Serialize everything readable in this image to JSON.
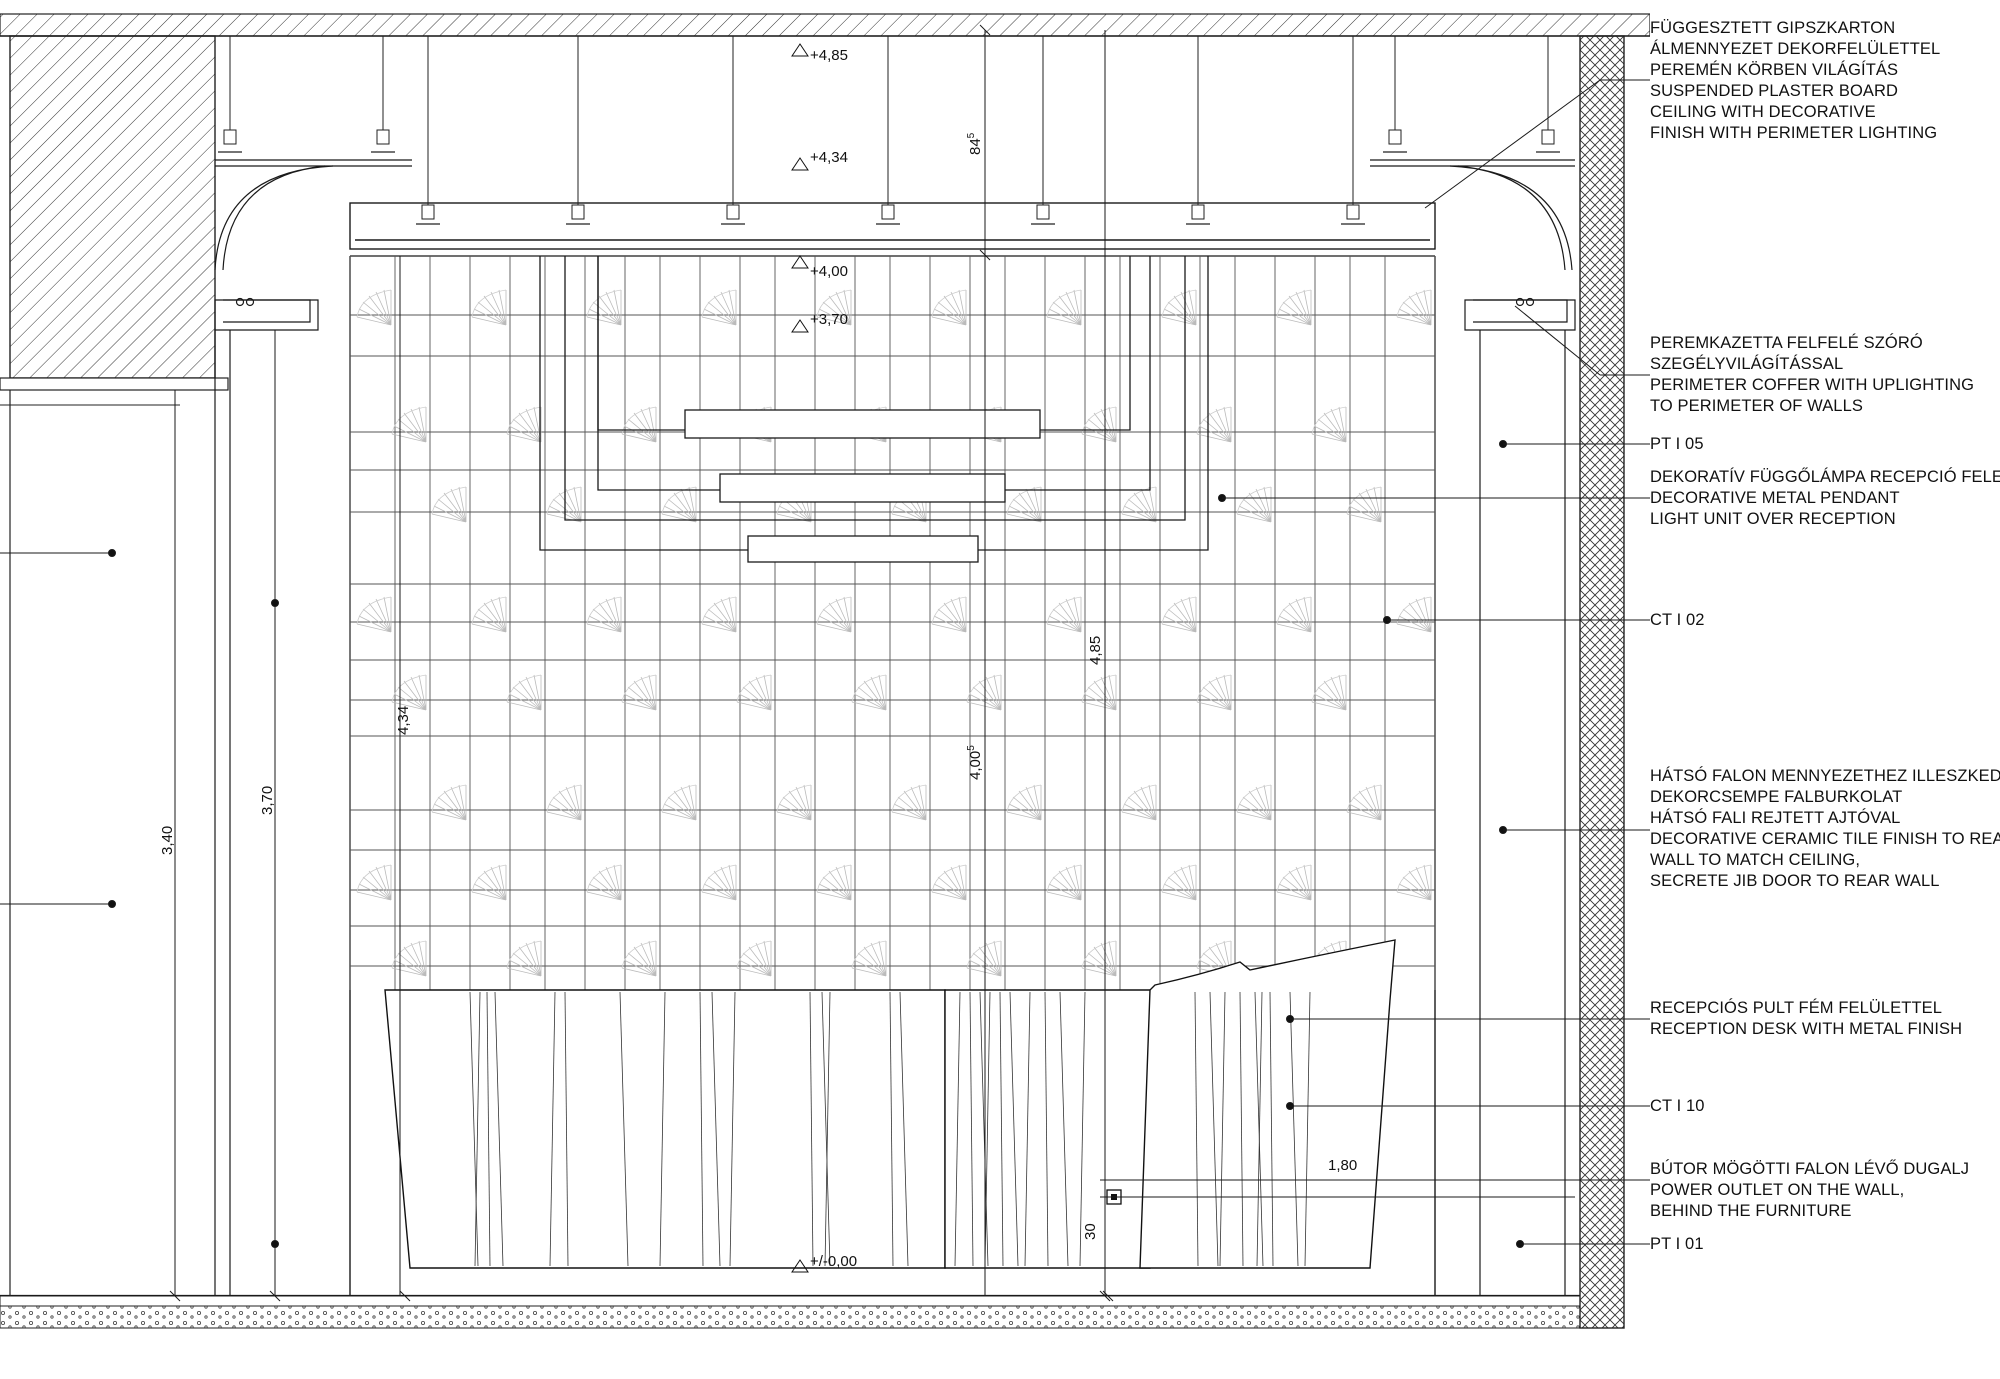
{
  "levels": {
    "l485": "+4,85",
    "l434": "+4,34",
    "l400": "+4,00",
    "l370": "+3,70",
    "l000": "+/-0,00"
  },
  "dimensions": {
    "d845": "84",
    "d845_sup": "5",
    "d485": "4,85",
    "d4005": "4,00",
    "d4005_sup": "5",
    "d434": "4,34",
    "d370": "3,70",
    "d340": "3,40",
    "d180": "1,80",
    "d30": "30"
  },
  "notes": {
    "ceiling": [
      "FÜGGESZTETT GIPSZKARTON",
      "ÁLMENNYEZET DEKORFELÜLETTEL",
      "PEREMÉN KÖRBEN VILÁGÍTÁS",
      "SUSPENDED PLASTER BOARD",
      "CEILING WITH DECORATIVE",
      "FINISH WITH PERIMETER LIGHTING"
    ],
    "coffer": [
      "PEREMKAZETTA FELFELÉ SZÓRÓ",
      "SZEGÉLYVILÁGÍTÁSSAL",
      "PERIMETER COFFER WITH UPLIGHTING",
      "TO PERIMETER OF WALLS"
    ],
    "pt05": [
      "PT I 05"
    ],
    "pendant": [
      "DEKORATÍV FÜGGŐLÁMPA RECEPCIÓ FELETT",
      "DECORATIVE METAL PENDANT",
      "LIGHT UNIT OVER RECEPTION"
    ],
    "ct02": [
      "CT I 02"
    ],
    "rearwall": [
      "HÁTSÓ FALON MENNYEZETHEZ ILLESZKEDŐ",
      "DEKORCSEMPE FALBURKOLAT",
      "HÁTSÓ FALI REJTETT AJTÓVAL",
      "DECORATIVE CERAMIC TILE FINISH TO REAR",
      "WALL TO MATCH CEILING,",
      "SECRETE JIB DOOR TO REAR WALL"
    ],
    "desk": [
      "RECEPCIÓS PULT FÉM FELÜLETTEL",
      "RECEPTION DESK WITH METAL FINISH"
    ],
    "ct10": [
      "CT I 10"
    ],
    "outlet": [
      "BÚTOR MÖGÖTTI FALON LÉVŐ DUGALJ",
      "POWER OUTLET ON THE WALL,",
      "BEHIND THE FURNITURE"
    ],
    "pt01": [
      "PT I 01"
    ]
  }
}
